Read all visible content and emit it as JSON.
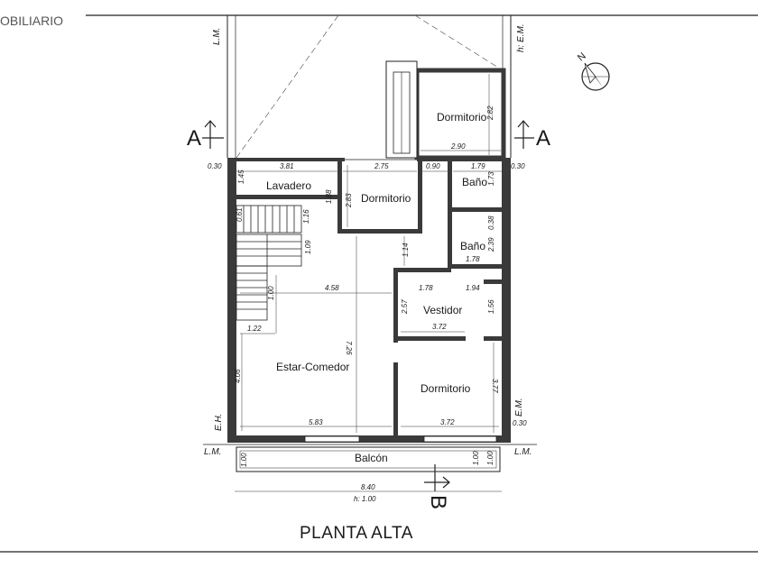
{
  "brand_text": "OBILIARIO",
  "title": "PLANTA ALTA",
  "north_label": "N",
  "section_a": "A",
  "section_b": "B",
  "rooms": {
    "dorm_top": "Dormitorio",
    "lavadero": "Lavadero",
    "dorm_mid": "Dormitorio",
    "bano1": "Baño",
    "bano2": "Baño",
    "vestidor": "Vestidor",
    "estar": "Estar-Comedor",
    "dorm_bottom": "Dormitorio",
    "balcon": "Balcón"
  },
  "labels": {
    "lm_top_left": "L.M.",
    "he_top_right": "h: E.M.",
    "eh_left": "E.H.",
    "em_right": "E.M.",
    "lm_bottom_left": "L.M.",
    "lm_bottom_right": "L.M.",
    "h_bottom": "h: 1.00"
  },
  "dims": {
    "d030_left": "0.30",
    "d030_right": "0.30",
    "d030_right_low": "0.30",
    "d381": "3.81",
    "d275": "2.75",
    "d090": "0.90",
    "d179": "1.79",
    "d282": "2.82",
    "d290": "2.90",
    "d145": "1.45",
    "d188": "1.88",
    "d283": "2.83",
    "d173": "1.73",
    "d061": "0.61",
    "d116": "1.16",
    "d109": "1.09",
    "d114": "1.14",
    "d038": "0.38",
    "d239": "2.39",
    "d178a": "1.78",
    "d458": "4.58",
    "d178b": "1.78",
    "d194": "1.94",
    "d100a": "1.00",
    "d257": "2.57",
    "d156": "1.56",
    "d122": "1.22",
    "d372a": "3.72",
    "d726": "7.26",
    "d406": "4.06",
    "d377": "3.77",
    "d583": "5.83",
    "d372b": "3.72",
    "d100_bl": "1.00",
    "d100_br1": "1.00",
    "d100_br2": "1.00",
    "d840": "8.40"
  }
}
